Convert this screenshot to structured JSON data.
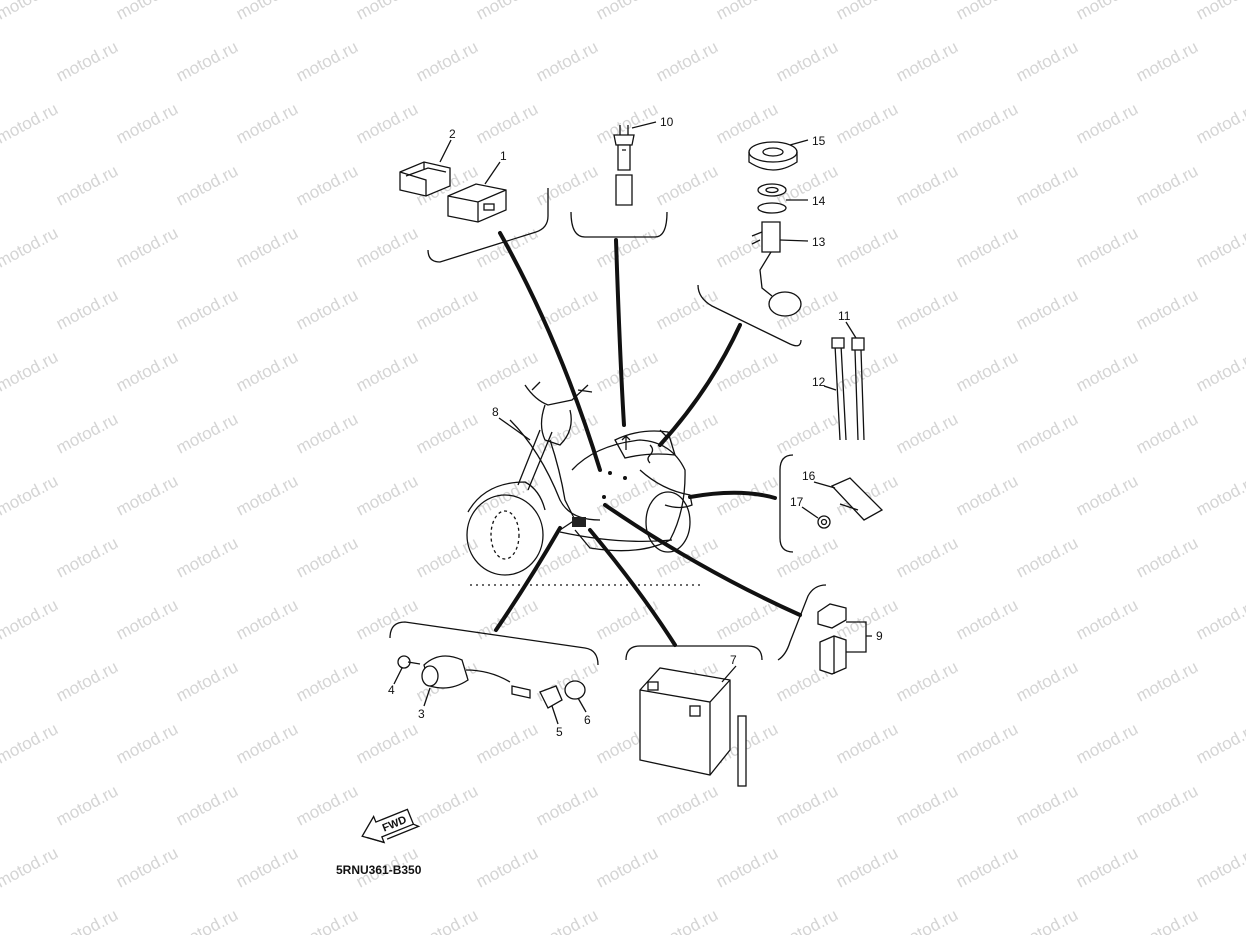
{
  "watermark": {
    "text": "motod.ru",
    "color": "#d4d4d4"
  },
  "drawing_code": "5RNU361-B350",
  "direction_arrow": {
    "label": "FWD",
    "icon": "fwd-arrow-icon"
  },
  "callouts": [
    "1",
    "2",
    "3",
    "4",
    "5",
    "6",
    "7",
    "8",
    "9",
    "10",
    "11",
    "12",
    "13",
    "14",
    "15",
    "16",
    "17"
  ],
  "colors": {
    "line": "#111111",
    "background": "#ffffff"
  }
}
